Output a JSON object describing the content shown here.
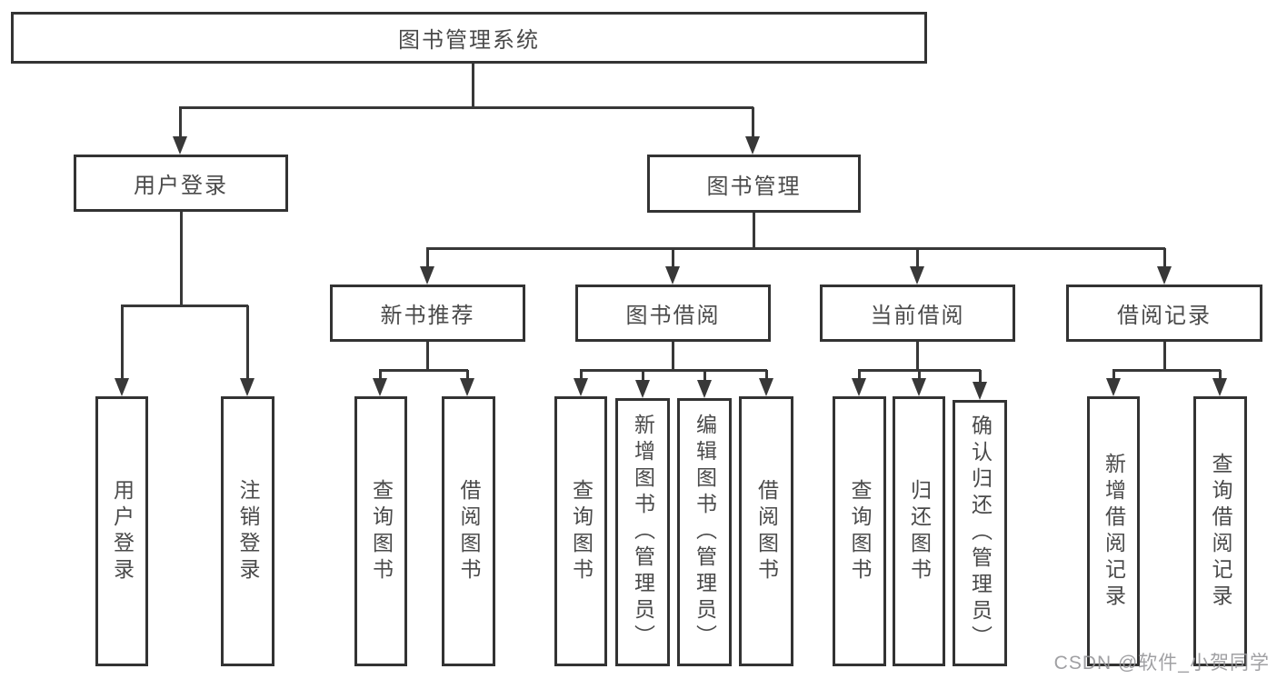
{
  "diagram": {
    "title": "图书管理系统",
    "watermark": "CSDN @软件_小贺同学",
    "nodes": [
      {
        "id": "root",
        "label": "图书管理系统",
        "orientation": "h",
        "level": 1
      },
      {
        "id": "user-login",
        "label": "用户登录",
        "orientation": "h",
        "level": 2
      },
      {
        "id": "book-mgmt",
        "label": "图书管理",
        "orientation": "h",
        "level": 2
      },
      {
        "id": "login-leaf",
        "label": "用户登录",
        "orientation": "v",
        "level": 3
      },
      {
        "id": "logout-leaf",
        "label": "注销登录",
        "orientation": "v",
        "level": 3
      },
      {
        "id": "new-book-rec",
        "label": "新书推荐",
        "orientation": "h",
        "level": 3
      },
      {
        "id": "book-borrow",
        "label": "图书借阅",
        "orientation": "h",
        "level": 3
      },
      {
        "id": "current-borrow",
        "label": "当前借阅",
        "orientation": "h",
        "level": 3
      },
      {
        "id": "borrow-records",
        "label": "借阅记录",
        "orientation": "h",
        "level": 3
      },
      {
        "id": "query-books-1",
        "label": "查询图书",
        "orientation": "v",
        "level": 4
      },
      {
        "id": "borrow-books-1",
        "label": "借阅图书",
        "orientation": "v",
        "level": 4
      },
      {
        "id": "query-books-2",
        "label": "查询图书",
        "orientation": "v",
        "level": 4
      },
      {
        "id": "add-book",
        "label": "新增图书（管理员）",
        "orientation": "v",
        "level": 4
      },
      {
        "id": "edit-book",
        "label": "编辑图书（管理员）",
        "orientation": "v",
        "level": 4
      },
      {
        "id": "borrow-books-2",
        "label": "借阅图书",
        "orientation": "v",
        "level": 4
      },
      {
        "id": "query-books-3",
        "label": "查询图书",
        "orientation": "v",
        "level": 4
      },
      {
        "id": "return-book",
        "label": "归还图书",
        "orientation": "v",
        "level": 4
      },
      {
        "id": "confirm-return",
        "label": "确认归还（管理员）",
        "orientation": "v",
        "level": 4
      },
      {
        "id": "add-borrow-rec",
        "label": "新增借阅记录",
        "orientation": "v",
        "level": 4
      },
      {
        "id": "query-borrow-rec",
        "label": "查询借阅记录",
        "orientation": "v",
        "level": 4
      }
    ]
  }
}
